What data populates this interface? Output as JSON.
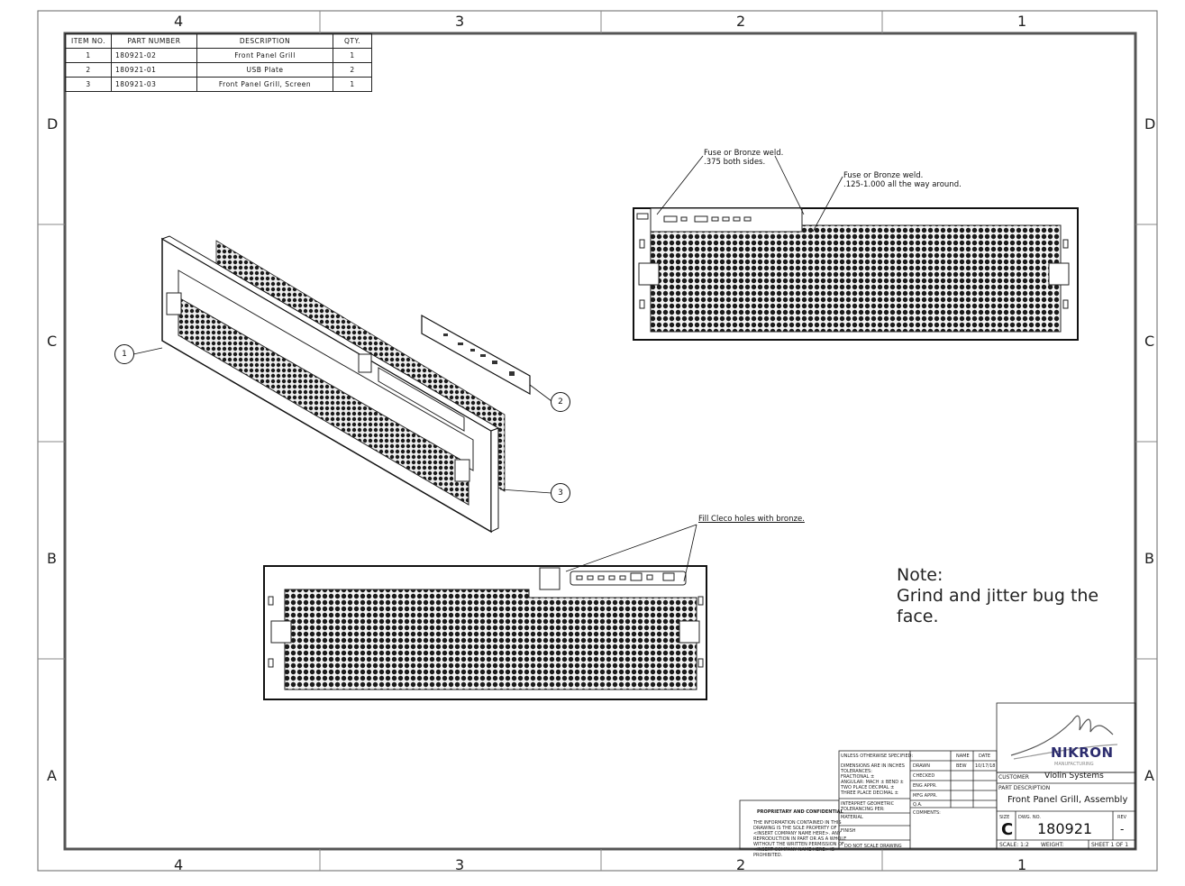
{
  "zones": {
    "columns": [
      "4",
      "3",
      "2",
      "1"
    ],
    "rows": [
      "D",
      "C",
      "B",
      "A"
    ]
  },
  "bom": {
    "headers": [
      "ITEM NO.",
      "PART NUMBER",
      "DESCRIPTION",
      "QTY."
    ],
    "rows": [
      {
        "item": "1",
        "part": "180921-02",
        "desc": "Front Panel Grill",
        "qty": "1"
      },
      {
        "item": "2",
        "part": "180921-01",
        "desc": "USB Plate",
        "qty": "2"
      },
      {
        "item": "3",
        "part": "180921-03",
        "desc": "Front Panel Grill, Screen",
        "qty": "1"
      }
    ]
  },
  "annotations": {
    "weld1": [
      "Fuse or Bronze weld.",
      ".375 both sides."
    ],
    "weld2": [
      "Fuse or Bronze weld.",
      ".125-1.000 all the way around."
    ],
    "cleco": "Fill Cleco holes with bronze."
  },
  "balloons": [
    "1",
    "2",
    "3"
  ],
  "note": {
    "title": "Note:",
    "body": "Grind and jitter bug the face."
  },
  "titleblock": {
    "unless": "UNLESS OTHERWISE SPECIFIED:",
    "dims": [
      "DIMENSIONS ARE IN INCHES",
      "TOLERANCES:",
      "FRACTIONAL ±",
      "ANGULAR: MACH ±  BEND ±",
      "TWO PLACE DECIMAL  ±",
      "THREE PLACE DECIMAL ±"
    ],
    "interpret": [
      "INTERPRET GEOMETRIC",
      "TOLERANCING PER:"
    ],
    "material": "MATERIAL",
    "finish": "FINISH",
    "noscale": "DO NOT SCALE DRAWING",
    "proprietary_title": "PROPRIETARY AND CONFIDENTIAL",
    "proprietary_text": [
      "THE INFORMATION CONTAINED IN THIS",
      "DRAWING IS THE SOLE PROPERTY OF",
      "<INSERT COMPANY NAME HERE>. ANY",
      "REPRODUCTION IN PART OR AS A WHOLE",
      "WITHOUT THE WRITTEN PERMISSION OF",
      "<INSERT COMPANY NAME HERE> IS",
      "PROHIBITED."
    ],
    "col_name": "NAME",
    "col_date": "DATE",
    "roles": [
      "DRAWN",
      "CHECKED",
      "ENG APPR.",
      "MFG APPR.",
      "Q.A.",
      "COMMENTS:"
    ],
    "drawn_name": "BEW",
    "drawn_date": "10/17/18",
    "logo_text": "NIKRON",
    "logo_sub": "MANUFACTURING",
    "customer_label": "CUSTOMER",
    "customer": "Violin Systems",
    "partdesc_label": "PART DESCRIPTION",
    "partdesc": "Front Panel Grill, Assembly",
    "size_label": "SIZE",
    "size": "C",
    "dwg_label": "DWG.  NO.",
    "dwg": "180921",
    "rev_label": "REV",
    "rev": "-",
    "scale": "SCALE: 1:2",
    "weight": "WEIGHT:",
    "sheet": "SHEET 1 OF 1"
  }
}
